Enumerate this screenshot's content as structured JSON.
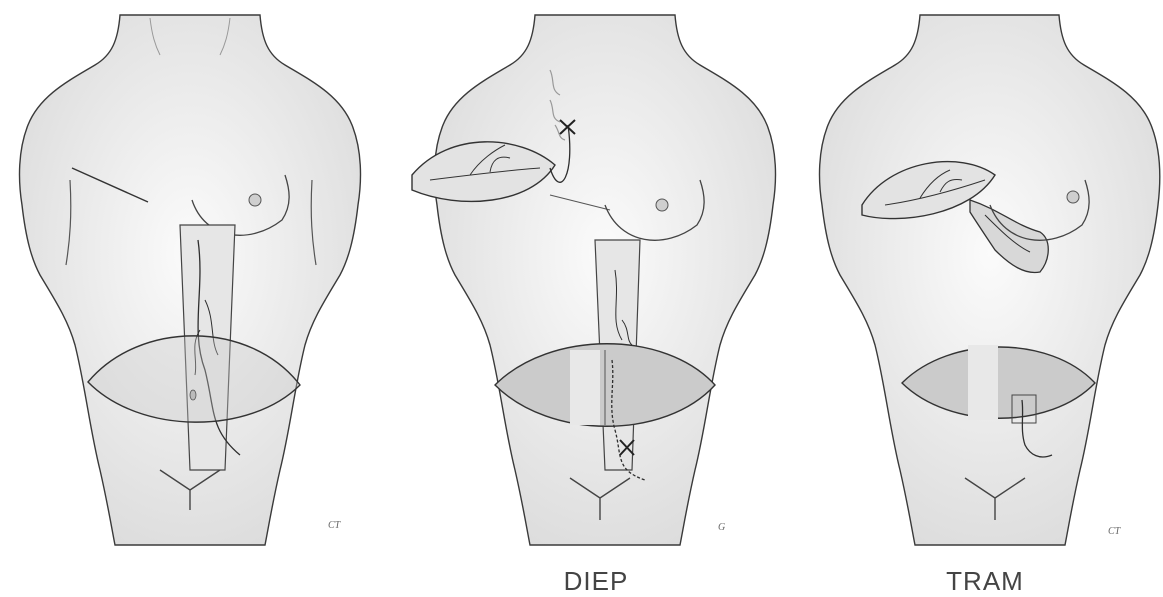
{
  "figures": [
    {
      "id": "donor",
      "caption": "",
      "signature": "CT"
    },
    {
      "id": "diep",
      "caption": "DIEP",
      "signature": "G"
    },
    {
      "id": "tram",
      "caption": "TRAM",
      "signature": "CT"
    }
  ],
  "colors": {
    "outline": "#3a3a3a",
    "skin_shade": "#d9d9d9",
    "flap_fill": "#c9c9c9",
    "muscle_fill": "#e4e4e4",
    "vessel": "#2e2e2e",
    "caption": "#444444"
  }
}
